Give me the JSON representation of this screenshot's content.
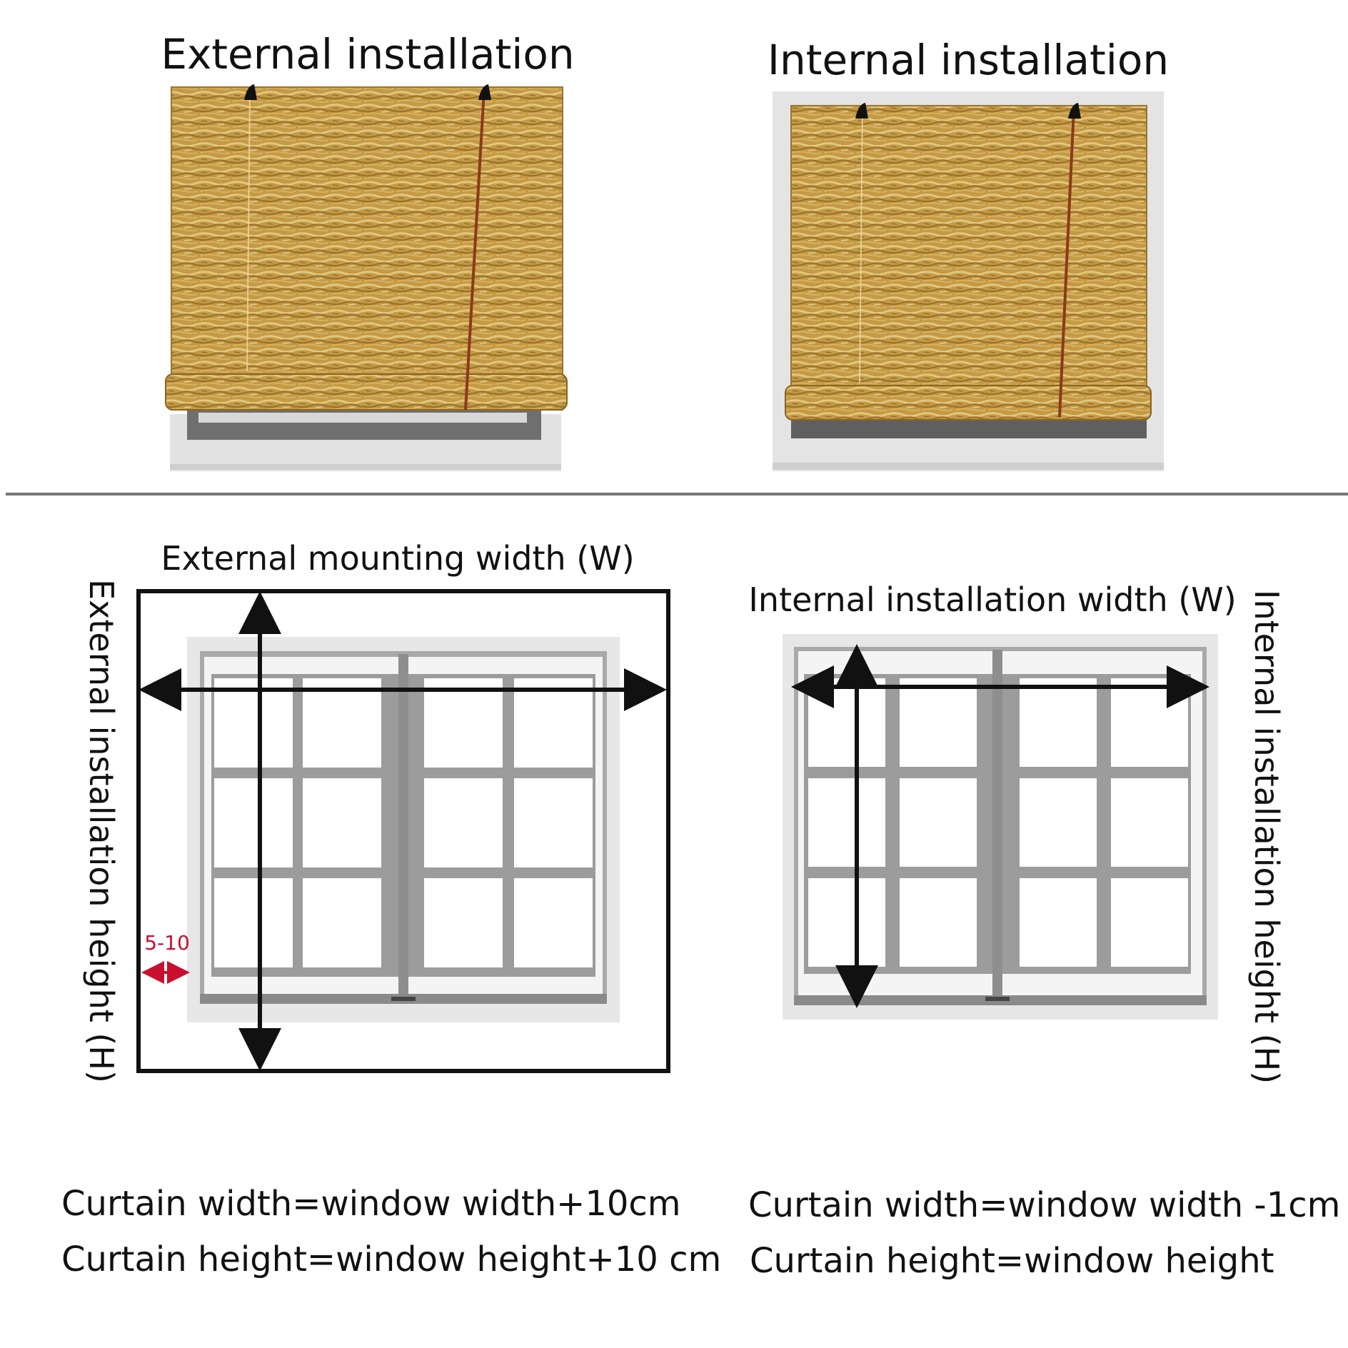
{
  "top": {
    "external_title": "External installation",
    "internal_title": "Internal installation"
  },
  "bottom": {
    "external_width_label": "External mounting width (W)",
    "external_height_label": "External installation height (H)",
    "internal_width_label": "Internal installation width (W)",
    "internal_height_label": "Internal installation height (H)",
    "gap_label": "5-10"
  },
  "formulas": {
    "external_width": "Curtain width=window width+10cm",
    "external_height": "Curtain height=window height+10 cm",
    "internal_width": "Curtain width=window width -1cm",
    "internal_height": "Curtain height=window height"
  },
  "colors": {
    "blind_base": "#c49a45",
    "blind_light": "#e6cc86",
    "blind_dark": "#8a6420",
    "blind_cord": "#8b3a1a",
    "frame_gray": "#a9a9a9",
    "wall_gray": "#e2e2e2",
    "gap_red": "#c8102e"
  }
}
